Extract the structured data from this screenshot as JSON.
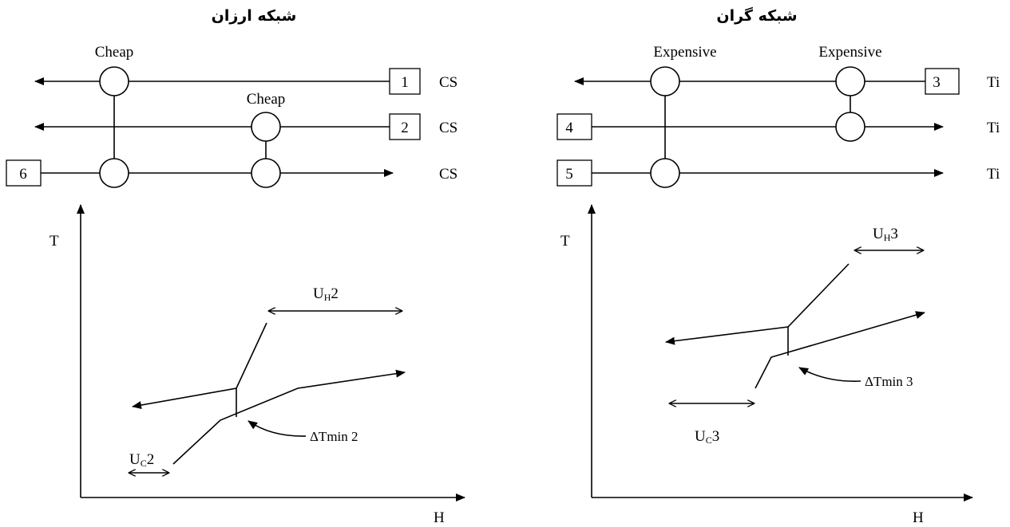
{
  "left": {
    "title": "شبکه ارزان",
    "exchanger_labels": [
      "Cheap",
      "Cheap"
    ],
    "streams": [
      {
        "number": "1",
        "type": "CS"
      },
      {
        "number": "2",
        "type": "CS"
      },
      {
        "number": "6",
        "type": "CS"
      }
    ],
    "plot": {
      "y_axis_label": "T",
      "x_axis_label": "H",
      "hot_utility": {
        "base": "U",
        "sub": "H",
        "suffix": "2"
      },
      "cold_utility": {
        "base": "U",
        "sub": "C",
        "suffix": "2"
      },
      "dtmin_label": "ΔTmin 2"
    }
  },
  "right": {
    "title": "شبکه گران",
    "exchanger_labels": [
      "Expensive",
      "Expensive"
    ],
    "streams": [
      {
        "number": "3",
        "type": "Ti"
      },
      {
        "number": "4",
        "type": "Ti"
      },
      {
        "number": "5",
        "type": "Ti"
      }
    ],
    "plot": {
      "y_axis_label": "T",
      "x_axis_label": "H",
      "hot_utility": {
        "base": "U",
        "sub": "H",
        "suffix": "3"
      },
      "cold_utility": {
        "base": "U",
        "sub": "C",
        "suffix": "3"
      },
      "dtmin_label": "ΔTmin 3"
    }
  }
}
